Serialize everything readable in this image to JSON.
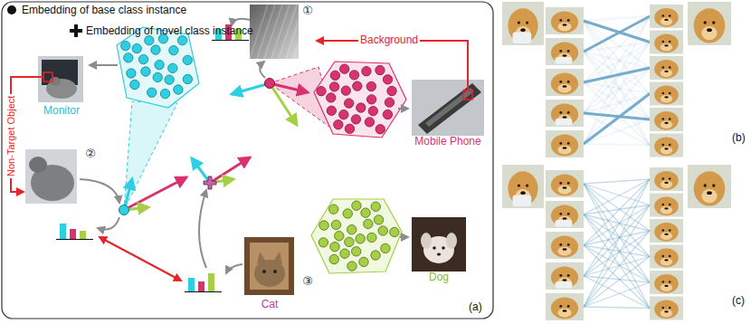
{
  "diagram": {
    "nodes": [
      {
        "text": [
          "Monitor"
        ]
      },
      {
        "text": [
          "Mobile Phone"
        ]
      },
      {
        "text": [
          "Dog"
        ]
      },
      {
        "text": [
          "③",
          "Cat"
        ]
      },
      {
        "text": [
          "①"
        ]
      },
      {
        "text": [
          "②"
        ]
      }
    ],
    "edges": [
      {
        "from": 1,
        "to": 4,
        "arrow": "to",
        "label": "Background"
      },
      {
        "from": 0,
        "to": 5,
        "arrow": "to",
        "label": "Non-Target Object"
      }
    ],
    "labels": [
      "(a)",
      "(b)",
      "(c)"
    ],
    "legend": [
      {
        "text": "Embedding of base class instance"
      },
      {
        "text": "Embedding of novel class instance"
      }
    ]
  }
}
